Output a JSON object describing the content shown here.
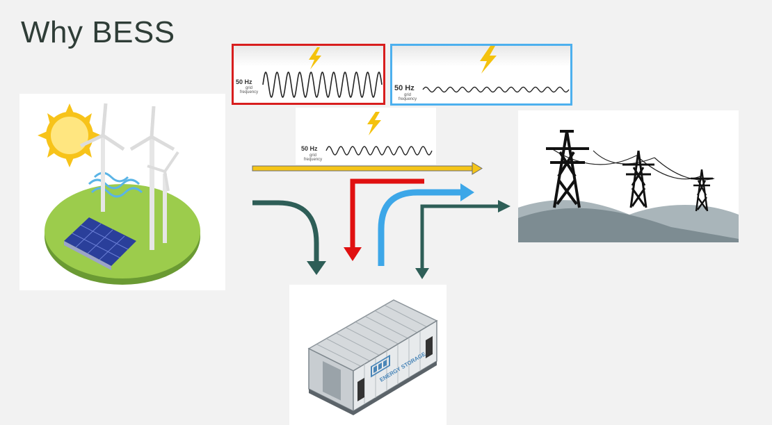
{
  "slide": {
    "title": "Why BESS"
  },
  "frequency_panels": [
    {
      "id": "unstable",
      "freq_label": "50 Hz",
      "sub_label_1": "grid",
      "sub_label_2": "frequency",
      "border_color": "#d81e1e",
      "wave": "large oscillation"
    },
    {
      "id": "stable",
      "freq_label": "50 Hz",
      "sub_label_1": "grid",
      "sub_label_2": "frequency",
      "border_color": "#4db0ee",
      "wave": "small oscillation"
    },
    {
      "id": "normal",
      "freq_label": "50 Hz",
      "sub_label_1": "grid",
      "sub_label_2": "frequency",
      "border_color": "none",
      "wave": "medium oscillation"
    }
  ],
  "images": {
    "renewables": "solar panels and wind turbines icon",
    "grid": "transmission towers icon",
    "storage": "energy storage container icon"
  },
  "storage_container": {
    "label": "ENERGY STORAGE"
  },
  "arrow_colors": {
    "yellow": "#f5c518",
    "dark_green": "#2e5e57",
    "red": "#e01010",
    "blue": "#3da7e8"
  }
}
